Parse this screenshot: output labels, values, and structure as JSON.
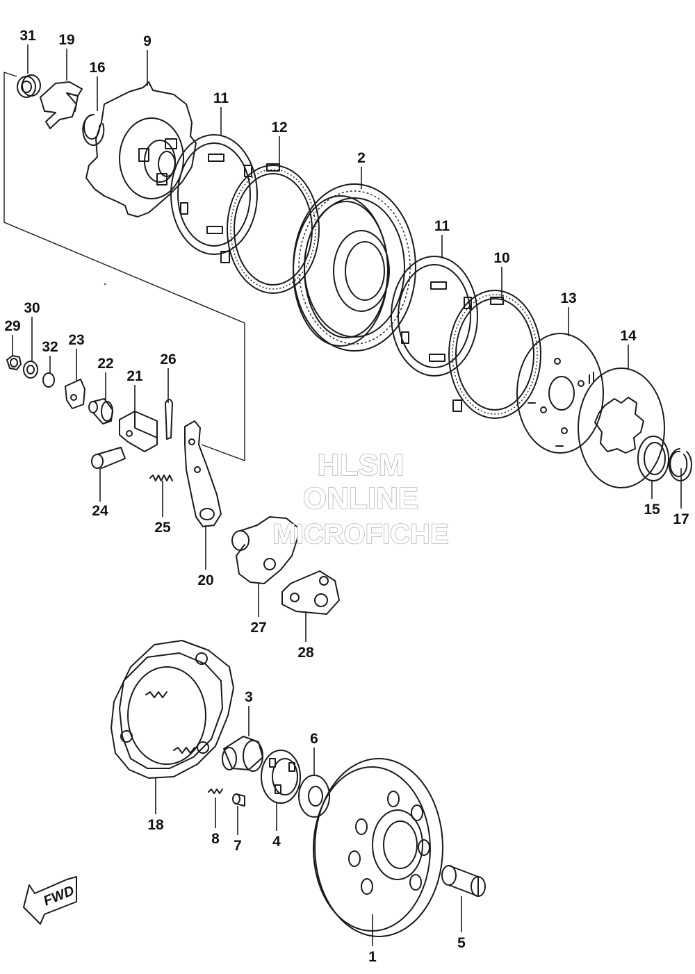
{
  "diagram": {
    "callouts": {
      "p1": "1",
      "p2": "2",
      "p3": "3",
      "p4": "4",
      "p5": "5",
      "p6": "6",
      "p7": "7",
      "p8": "8",
      "p9": "9",
      "p10": "10",
      "p11a": "11",
      "p11b": "11",
      "p12": "12",
      "p13": "13",
      "p14": "14",
      "p15": "15",
      "p16": "16",
      "p17": "17",
      "p18": "18",
      "p19": "19",
      "p20": "20",
      "p21": "21",
      "p22": "22",
      "p23": "23",
      "p24": "24",
      "p25": "25",
      "p26": "26",
      "p27": "27",
      "p28": "28",
      "p29": "29",
      "p30": "30",
      "p31": "31",
      "p32": "32"
    },
    "watermark": {
      "line1": "HLSM",
      "line2": "ONLINE",
      "line3": "MICROFICHE"
    },
    "direction": {
      "label": "FWD"
    }
  }
}
